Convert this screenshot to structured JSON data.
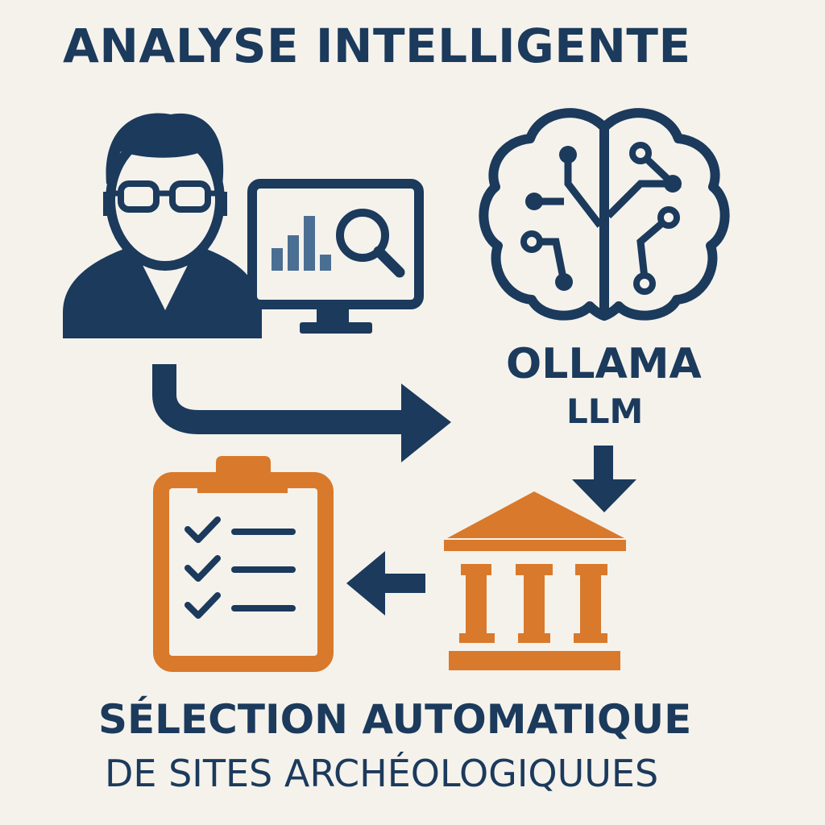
{
  "colors": {
    "background": "#f5f2ec",
    "navy": "#1b3a5c",
    "orange": "#d9792b",
    "steel": "#4b6f93"
  },
  "header": {
    "title": "ANALYSE INTELLIGENTE"
  },
  "llm": {
    "name": "OLLAMA",
    "type": "LLM"
  },
  "footer": {
    "line1": "SÉLECTION AUTOMATIQUE",
    "line2": "DE SITES ARCHÉOLOGIQUUES"
  },
  "icons": [
    "user-with-glasses-icon",
    "monitor-analytics-icon",
    "brain-circuit-icon",
    "museum-building-icon",
    "clipboard-checklist-icon"
  ]
}
